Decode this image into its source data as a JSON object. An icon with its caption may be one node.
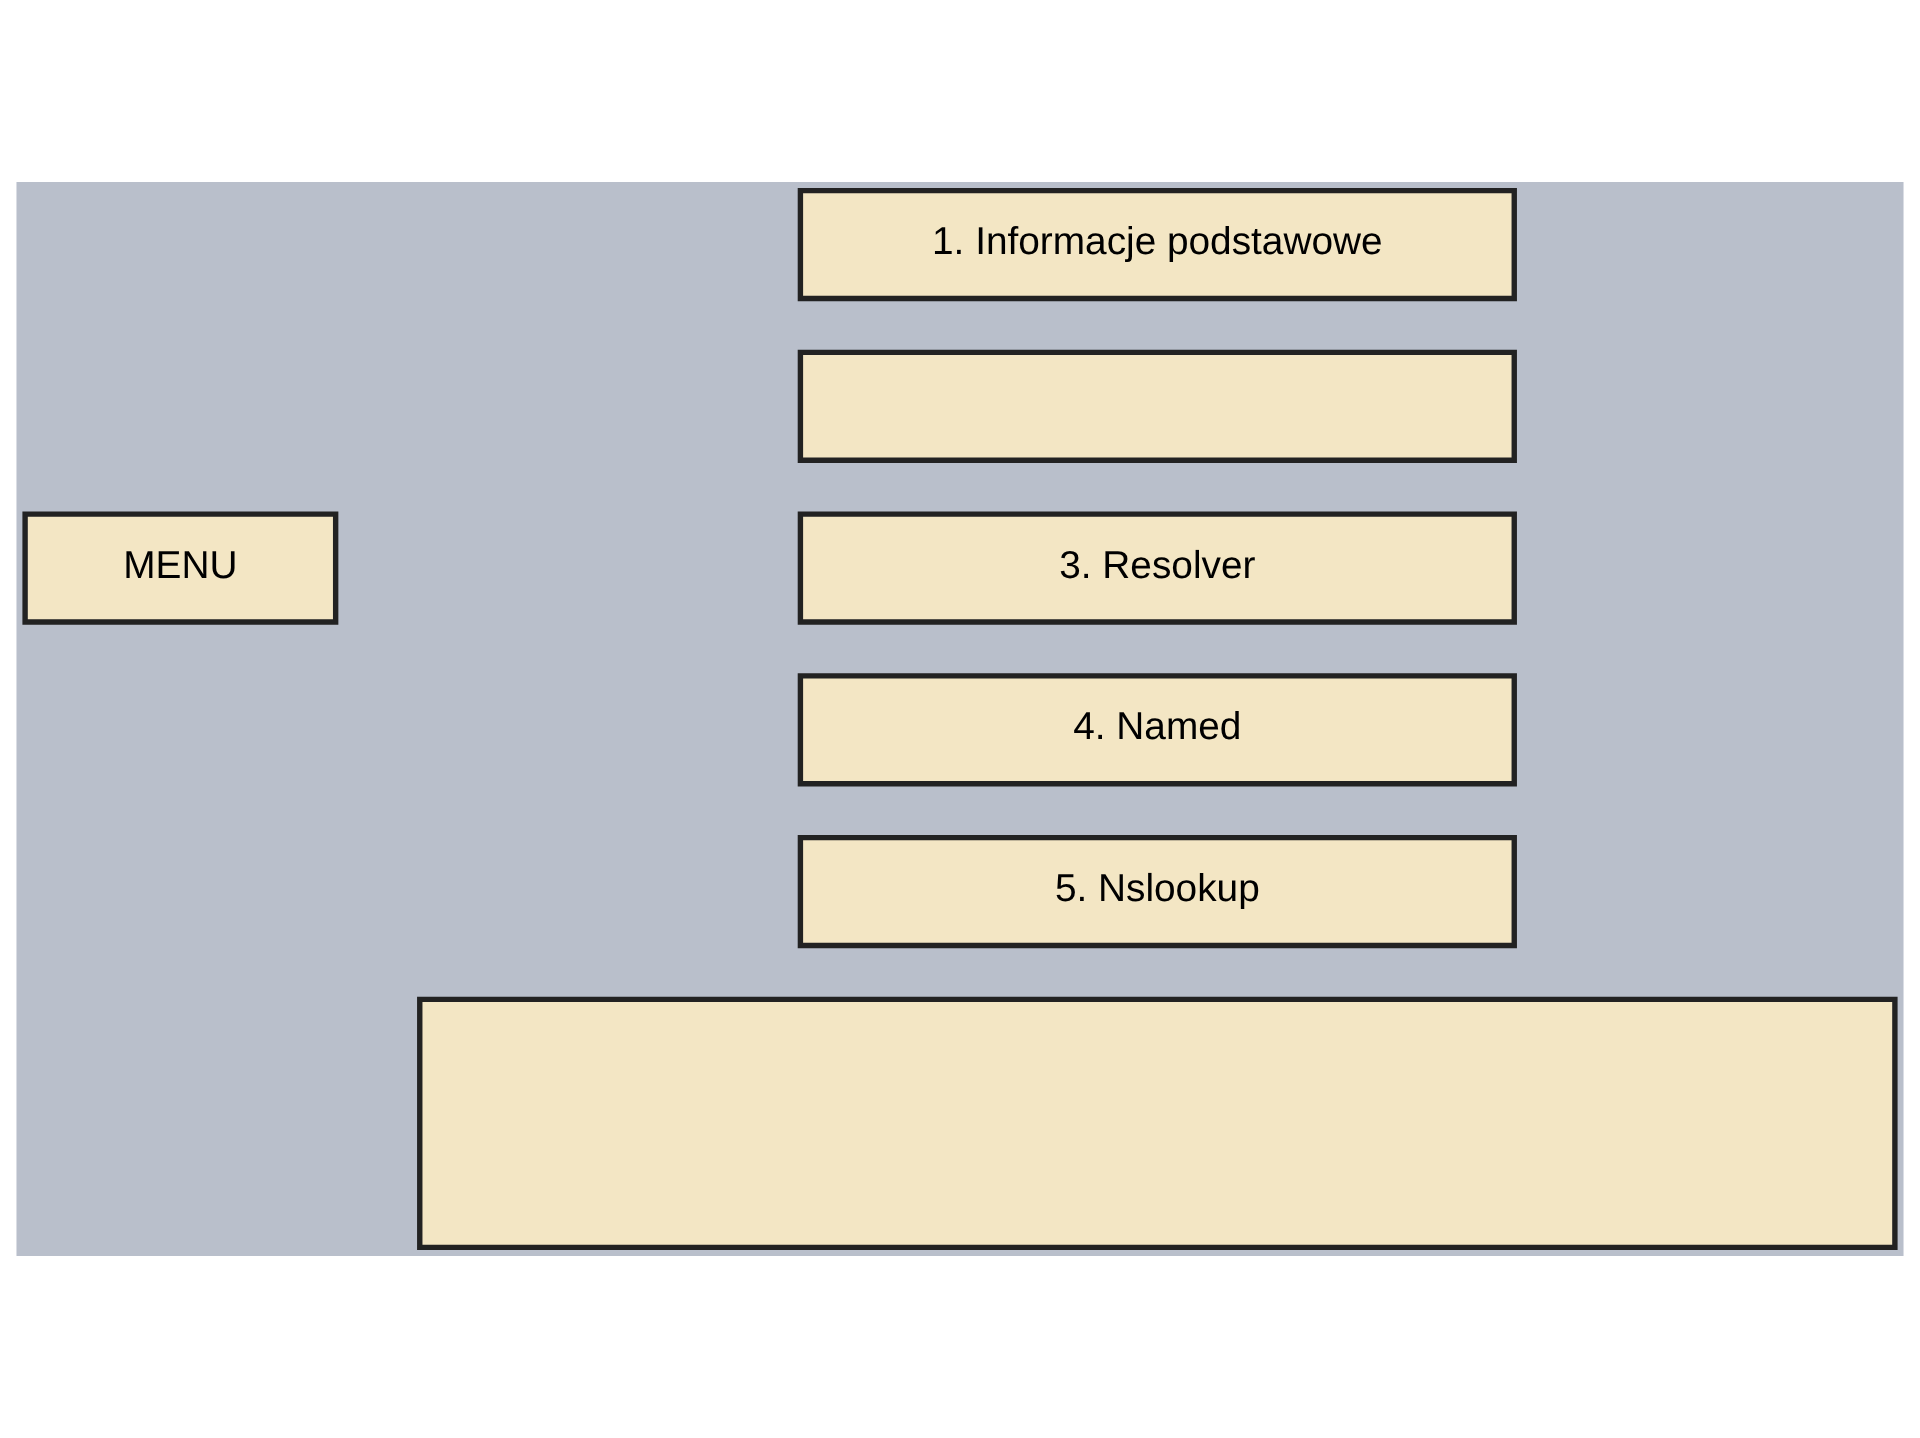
{
  "diagram": {
    "nodes": [
      {
        "text": [
          "1. Informacje podstawowe"
        ]
      },
      {
        "text": [],
        "shape": "box"
      },
      {
        "text": [
          "MENU"
        ]
      },
      {
        "text": [
          "3. Resolver"
        ]
      },
      {
        "text": [
          "4. Named"
        ]
      },
      {
        "text": [
          "5. Nslookup"
        ]
      },
      {
        "text": [],
        "shape": "box"
      }
    ]
  }
}
